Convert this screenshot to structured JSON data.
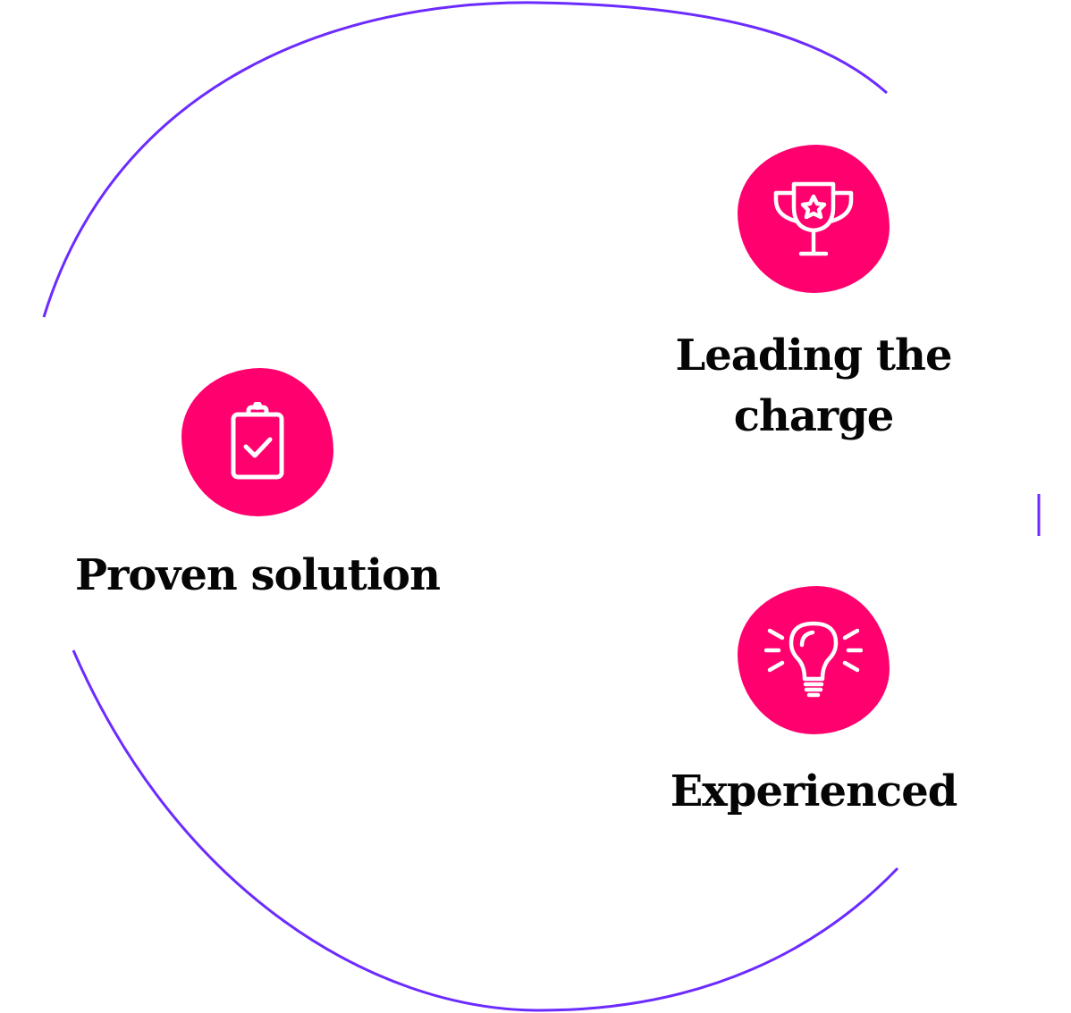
{
  "theme": {
    "accent": "#ff006e",
    "ring": "#6c2bff",
    "text": "#050505"
  },
  "features": [
    {
      "label": "Proven solution",
      "icon": "clipboard-check-icon"
    },
    {
      "label": "Leading the charge",
      "icon": "trophy-icon"
    },
    {
      "label": "Experienced",
      "icon": "lightbulb-icon"
    }
  ]
}
